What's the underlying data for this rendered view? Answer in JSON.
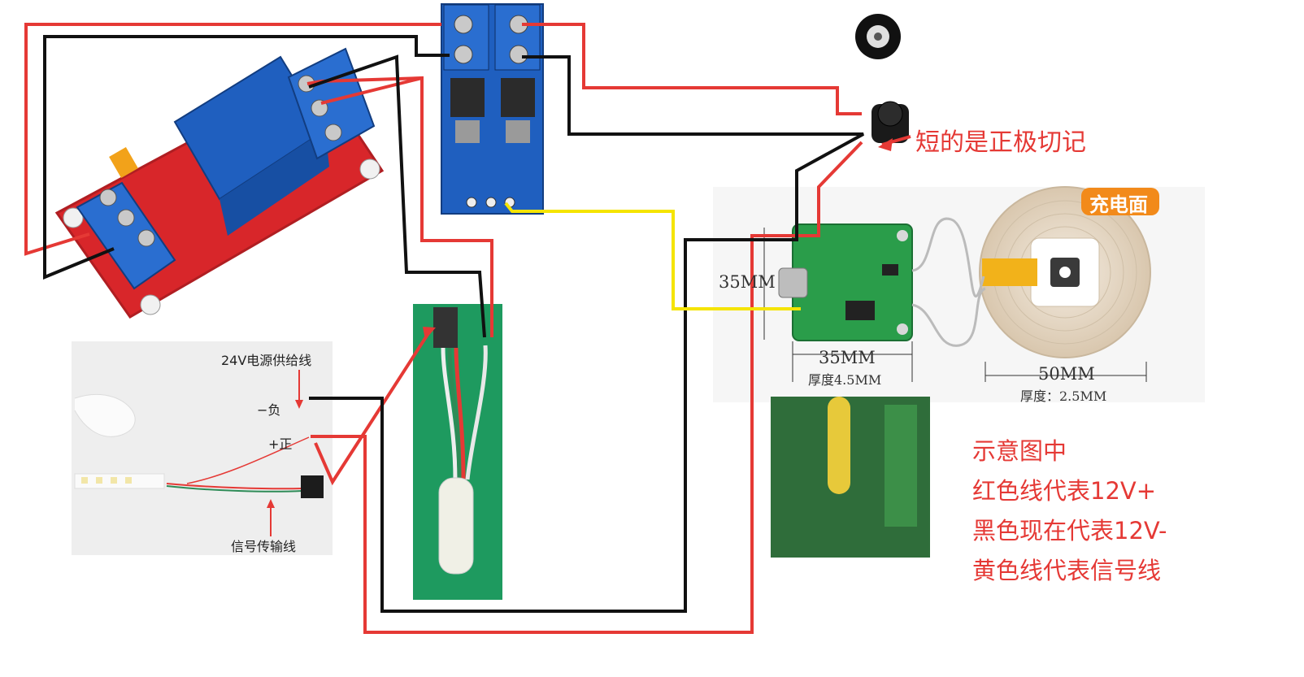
{
  "colors": {
    "positive_wire": "#e53935",
    "negative_wire": "#111111",
    "signal_wire": "#f5e400",
    "relay_board": "#d8262a",
    "relay_blue": "#1f5fbf",
    "mosfet_board": "#1f5fbf",
    "charger_pcb": "#2a9d4a",
    "coil_copper": "#e8d9c4"
  },
  "icons": {
    "relay": "relay-module-icon",
    "mosfet": "mosfet-switch-module-icon",
    "dc_jack": "dc-barrel-jack-icon",
    "charger": "wireless-charger-pcb-icon",
    "coil": "charging-coil-icon",
    "led_strip": "led-strip-icon",
    "controller": "led-controller-icon"
  },
  "labels": {
    "jack_note": "短的是正极切记",
    "coil_tag": "充电面",
    "pcb_height": "35MM",
    "pcb_width": "35MM",
    "pcb_thickness": "厚度4.5MM",
    "coil_diameter": "50MM",
    "coil_thickness": "厚度：2.5MM",
    "strip_power": "24V电源供给线",
    "strip_neg": "−负",
    "strip_pos": "+正",
    "strip_signal": "信号传输线"
  },
  "legend": {
    "title": "示意图中",
    "red": "红色线代表12V+",
    "black": "黑色现在代表12V-",
    "yellow": "黄色线代表信号线"
  }
}
